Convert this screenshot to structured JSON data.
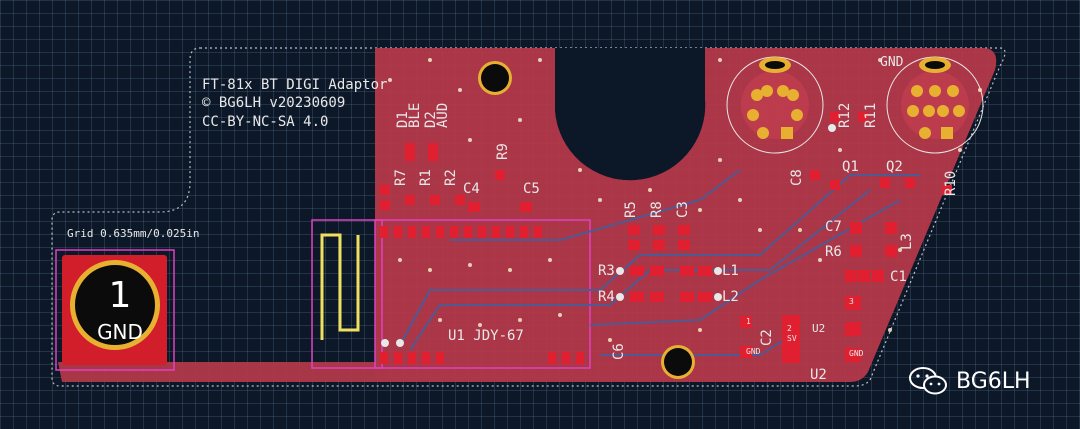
{
  "board": {
    "title_line1": "FT-81x BT DIGI Adaptor",
    "title_line2": "© BG6LH v20230609",
    "title_line3": "CC-BY-NC-SA 4.0",
    "grid_label": "Grid 0.635mm/0.025in",
    "module_label": "U1 JDY-67",
    "gnd_label": "GND"
  },
  "pad1": {
    "number": "1",
    "net": "GND"
  },
  "components": {
    "d1": "D1",
    "ble": "BLE",
    "d2": "D2",
    "aud": "AUD",
    "r7": "R7",
    "r1": "R1",
    "r2": "R2",
    "r9": "R9",
    "c4": "C4",
    "c5": "C5",
    "r5": "R5",
    "r8": "R8",
    "c3": "C3",
    "r3": "R3",
    "r4": "R4",
    "l1": "L1",
    "l2": "L2",
    "c6": "C6",
    "c2": "C2",
    "u2a": "U2",
    "u2b": "U2",
    "r12": "R12",
    "r11": "R11",
    "q1": "Q1",
    "q2": "Q2",
    "r10": "R10",
    "c7": "C7",
    "r6": "R6",
    "l3": "L3",
    "c1": "C1",
    "c8": "C8"
  },
  "tiny": {
    "v1": "1",
    "sv": "SV",
    "gnd": "GND",
    "n2": "2",
    "n3": "3"
  },
  "watermark": {
    "text": "BG6LH",
    "icon": "wechat-icon"
  },
  "colors": {
    "copper": "#b83a4a",
    "pad": "#d21e2a",
    "silk": "#e8e8e8",
    "gold": "#e8b030",
    "outline": "#e8e8e8"
  }
}
